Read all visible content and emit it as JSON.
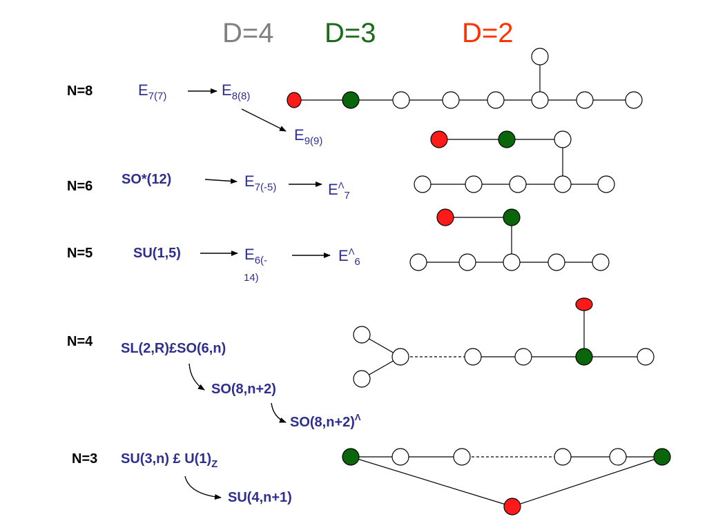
{
  "header": {
    "d4": {
      "label": "D=4",
      "color": "#808080"
    },
    "d3": {
      "label": "D=3",
      "color": "#1a6b1a"
    },
    "d2": {
      "label": "D=2",
      "color": "#ff3300"
    }
  },
  "rows": {
    "n8": {
      "label": "N=8",
      "g1": {
        "base": "E",
        "sub": "7(7)"
      },
      "g2": {
        "base": "E",
        "sub": "8(8)"
      },
      "g3": {
        "base": "E",
        "sub": "9(9)"
      }
    },
    "n6": {
      "label": "N=6",
      "g1": "SO*(12)",
      "g2": {
        "base": "E",
        "sub": "7(-5)"
      },
      "g3": {
        "base": "E",
        "sup": "Λ",
        "sub": "7"
      }
    },
    "n5": {
      "label": "N=5",
      "g1": "SU(1,5)",
      "g2": {
        "base": "E",
        "sub": "6(-",
        "sub2": "14)"
      },
      "g3": {
        "base": "E",
        "sup": "Λ",
        "sub": "6"
      }
    },
    "n4": {
      "label": "N=4",
      "g1": "SL(2,R)£SO(6,n)",
      "g2": "SO(8,n+2)",
      "g3": {
        "base": "SO(8,n+2)",
        "sup": "Λ"
      }
    },
    "n3": {
      "label": "N=3",
      "g1": {
        "base": "SU(3,n) £ U(1)",
        "sub": "Z"
      },
      "g2": "SU(4,n+1)"
    }
  },
  "node_colors": {
    "red": "#ff1a1a",
    "green": "#0a660a",
    "white": "#ffffff",
    "stroke": "#000000"
  }
}
